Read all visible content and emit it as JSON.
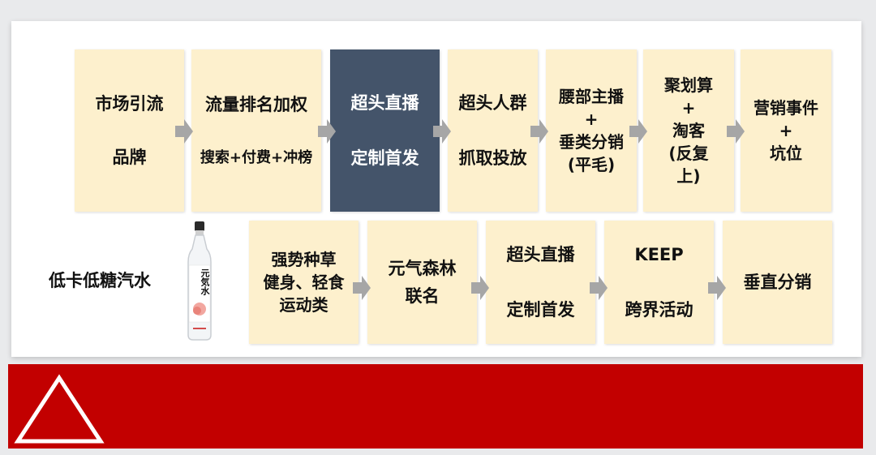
{
  "row1": [
    {
      "lines": [
        "市场引流",
        "品牌"
      ]
    },
    {
      "lines": [
        "流量排名加权",
        "搜索+付费+冲榜"
      ]
    },
    {
      "lines": [
        "超头直播",
        "定制首发"
      ],
      "highlight": true
    },
    {
      "lines": [
        "超头人群",
        "抓取投放"
      ]
    },
    {
      "lines": [
        "腰部主播",
        "+",
        "垂类分销",
        "(平毛)"
      ]
    },
    {
      "lines": [
        "聚划算",
        "+",
        "淘客",
        "(反复",
        "上)"
      ]
    },
    {
      "lines": [
        "营销事件",
        "+",
        "坑位"
      ]
    }
  ],
  "product": {
    "label": "低卡低糖汽水",
    "bottle_text": "元気水",
    "bottle_icon": "soda-bottle-icon"
  },
  "row2": [
    {
      "lines": [
        "强势种草",
        "健身、轻食",
        "运动类"
      ]
    },
    {
      "lines": [
        "元气森林",
        "联名"
      ]
    },
    {
      "lines": [
        "超头直播",
        "定制首发"
      ]
    },
    {
      "lines": [
        "KEEP",
        "跨界活动"
      ]
    },
    {
      "lines": [
        "垂直分销"
      ]
    }
  ],
  "colors": {
    "box_fill": "#fdf0cd",
    "highlight_fill": "#44546a",
    "arrow": "#a6a6a6",
    "banner": "#c20000"
  }
}
